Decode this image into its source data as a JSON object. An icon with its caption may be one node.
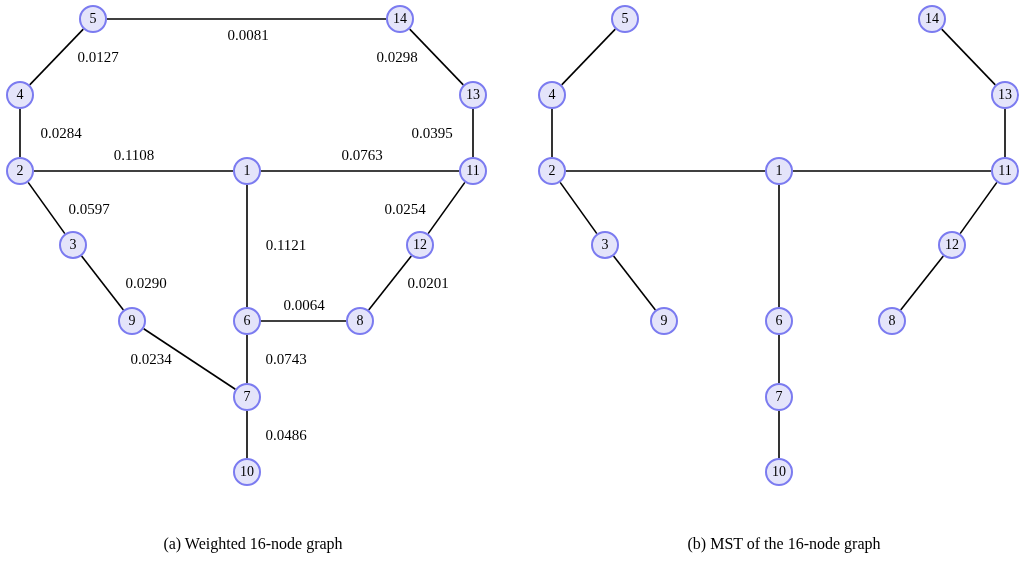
{
  "diagram": {
    "nodes": [
      {
        "text": [
          "5"
        ]
      },
      {
        "text": [
          "14"
        ]
      },
      {
        "text": [
          "4"
        ]
      },
      {
        "text": [
          "13"
        ]
      },
      {
        "text": [
          "2"
        ]
      },
      {
        "text": [
          "1"
        ]
      },
      {
        "text": [
          "11"
        ]
      },
      {
        "text": [
          "3"
        ]
      },
      {
        "text": [
          "12"
        ]
      },
      {
        "text": [
          "9"
        ]
      },
      {
        "text": [
          "6"
        ]
      },
      {
        "text": [
          "8"
        ]
      },
      {
        "text": [
          "7"
        ]
      },
      {
        "text": [
          "10"
        ]
      },
      {
        "text": [
          "5"
        ]
      },
      {
        "text": [
          "14"
        ]
      },
      {
        "text": [
          "4"
        ]
      },
      {
        "text": [
          "13"
        ]
      },
      {
        "text": [
          "2"
        ]
      },
      {
        "text": [
          "1"
        ]
      },
      {
        "text": [
          "11"
        ]
      },
      {
        "text": [
          "3"
        ]
      },
      {
        "text": [
          "12"
        ]
      },
      {
        "text": [
          "9"
        ]
      },
      {
        "text": [
          "6"
        ]
      },
      {
        "text": [
          "8"
        ]
      },
      {
        "text": [
          "7"
        ]
      },
      {
        "text": [
          "10"
        ]
      }
    ],
    "edges": [
      {
        "from": 0,
        "to": 1,
        "arrow": "none",
        "label": "0.0081"
      },
      {
        "from": 0,
        "to": 2,
        "arrow": "none",
        "label": "0.0127"
      },
      {
        "from": 1,
        "to": 3,
        "arrow": "none",
        "label": "0.0298"
      },
      {
        "from": 2,
        "to": 4,
        "arrow": "none",
        "label": "0.0284"
      },
      {
        "from": 3,
        "to": 6,
        "arrow": "none",
        "label": "0.0395"
      },
      {
        "from": 4,
        "to": 5,
        "arrow": "none",
        "label": "0.1108"
      },
      {
        "from": 5,
        "to": 6,
        "arrow": "none",
        "label": "0.0763"
      },
      {
        "from": 4,
        "to": 7,
        "arrow": "none",
        "label": "0.0597"
      },
      {
        "from": 6,
        "to": 8,
        "arrow": "none",
        "label": "0.0254"
      },
      {
        "from": 5,
        "to": 10,
        "arrow": "none",
        "label": "0.1121"
      },
      {
        "from": 7,
        "to": 9,
        "arrow": "none",
        "label": "0.0290"
      },
      {
        "from": 8,
        "to": 11,
        "arrow": "none",
        "label": "0.0201"
      },
      {
        "from": 10,
        "to": 11,
        "arrow": "none",
        "label": "0.0064"
      },
      {
        "from": 9,
        "to": 12,
        "arrow": "none",
        "label": "0.0234"
      },
      {
        "from": 10,
        "to": 12,
        "arrow": "none",
        "label": "0.0743"
      },
      {
        "from": 12,
        "to": 13,
        "arrow": "none",
        "label": "0.0486"
      },
      {
        "from": 14,
        "to": 16,
        "arrow": "none"
      },
      {
        "from": 16,
        "to": 18,
        "arrow": "none"
      },
      {
        "from": 15,
        "to": 17,
        "arrow": "none"
      },
      {
        "from": 17,
        "to": 20,
        "arrow": "none"
      },
      {
        "from": 18,
        "to": 19,
        "arrow": "none"
      },
      {
        "from": 19,
        "to": 20,
        "arrow": "none"
      },
      {
        "from": 18,
        "to": 21,
        "arrow": "none"
      },
      {
        "from": 21,
        "to": 23,
        "arrow": "none"
      },
      {
        "from": 20,
        "to": 22,
        "arrow": "none"
      },
      {
        "from": 22,
        "to": 25,
        "arrow": "none"
      },
      {
        "from": 19,
        "to": 24,
        "arrow": "none"
      },
      {
        "from": 24,
        "to": 26,
        "arrow": "none"
      },
      {
        "from": 26,
        "to": 27,
        "arrow": "none"
      }
    ],
    "labels": [
      "(a) Weighted 16-node graph",
      "(b) MST of the 16-node graph"
    ]
  }
}
